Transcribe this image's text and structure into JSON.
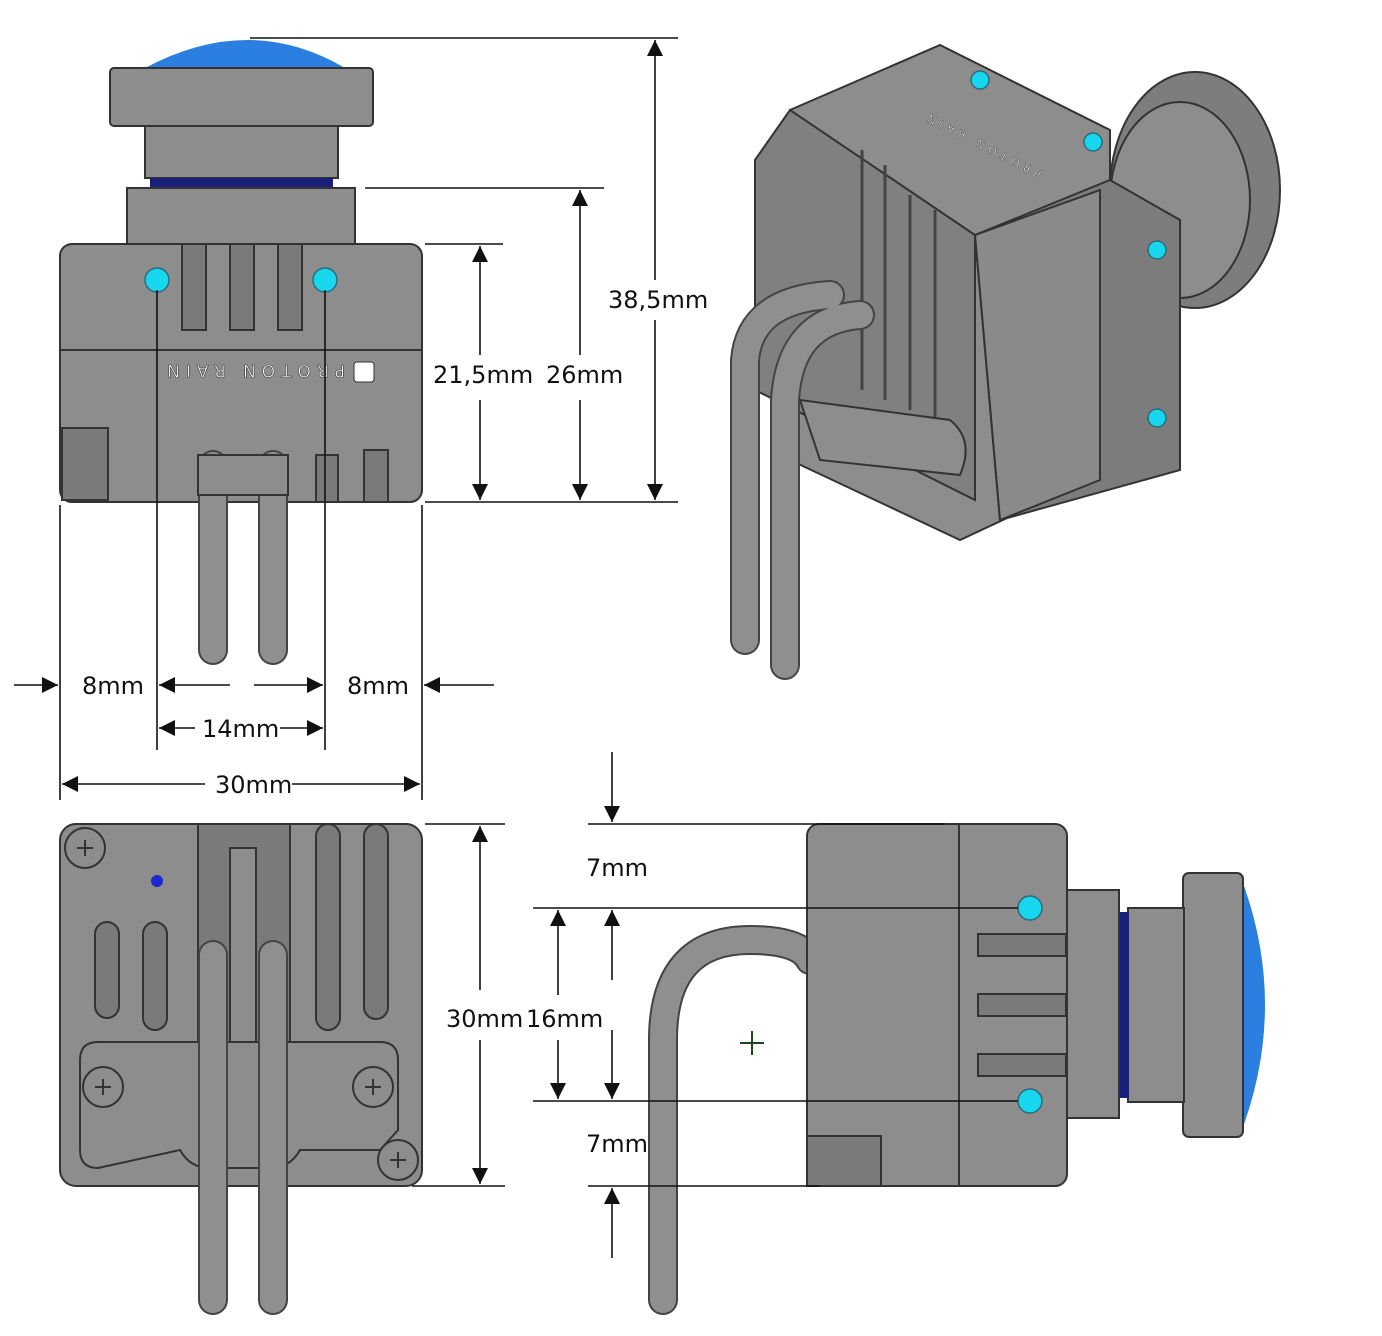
{
  "logo_text": "PROTON RAIN",
  "dimensions": {
    "overall_height": "38,5mm",
    "body_height": "21,5mm",
    "lens_to_base": "26mm",
    "left_offset": "8mm",
    "right_offset": "8mm",
    "hole_spacing": "14mm",
    "width": "30mm",
    "back_height": "30mm",
    "side_hole_spacing": "16mm",
    "top_offset": "7mm",
    "bottom_offset": "7mm"
  },
  "colors": {
    "body": "#8d8d8d",
    "lens": "#2b7fe0",
    "marker": "#19d6ef",
    "oring": "#1a1f7a"
  }
}
